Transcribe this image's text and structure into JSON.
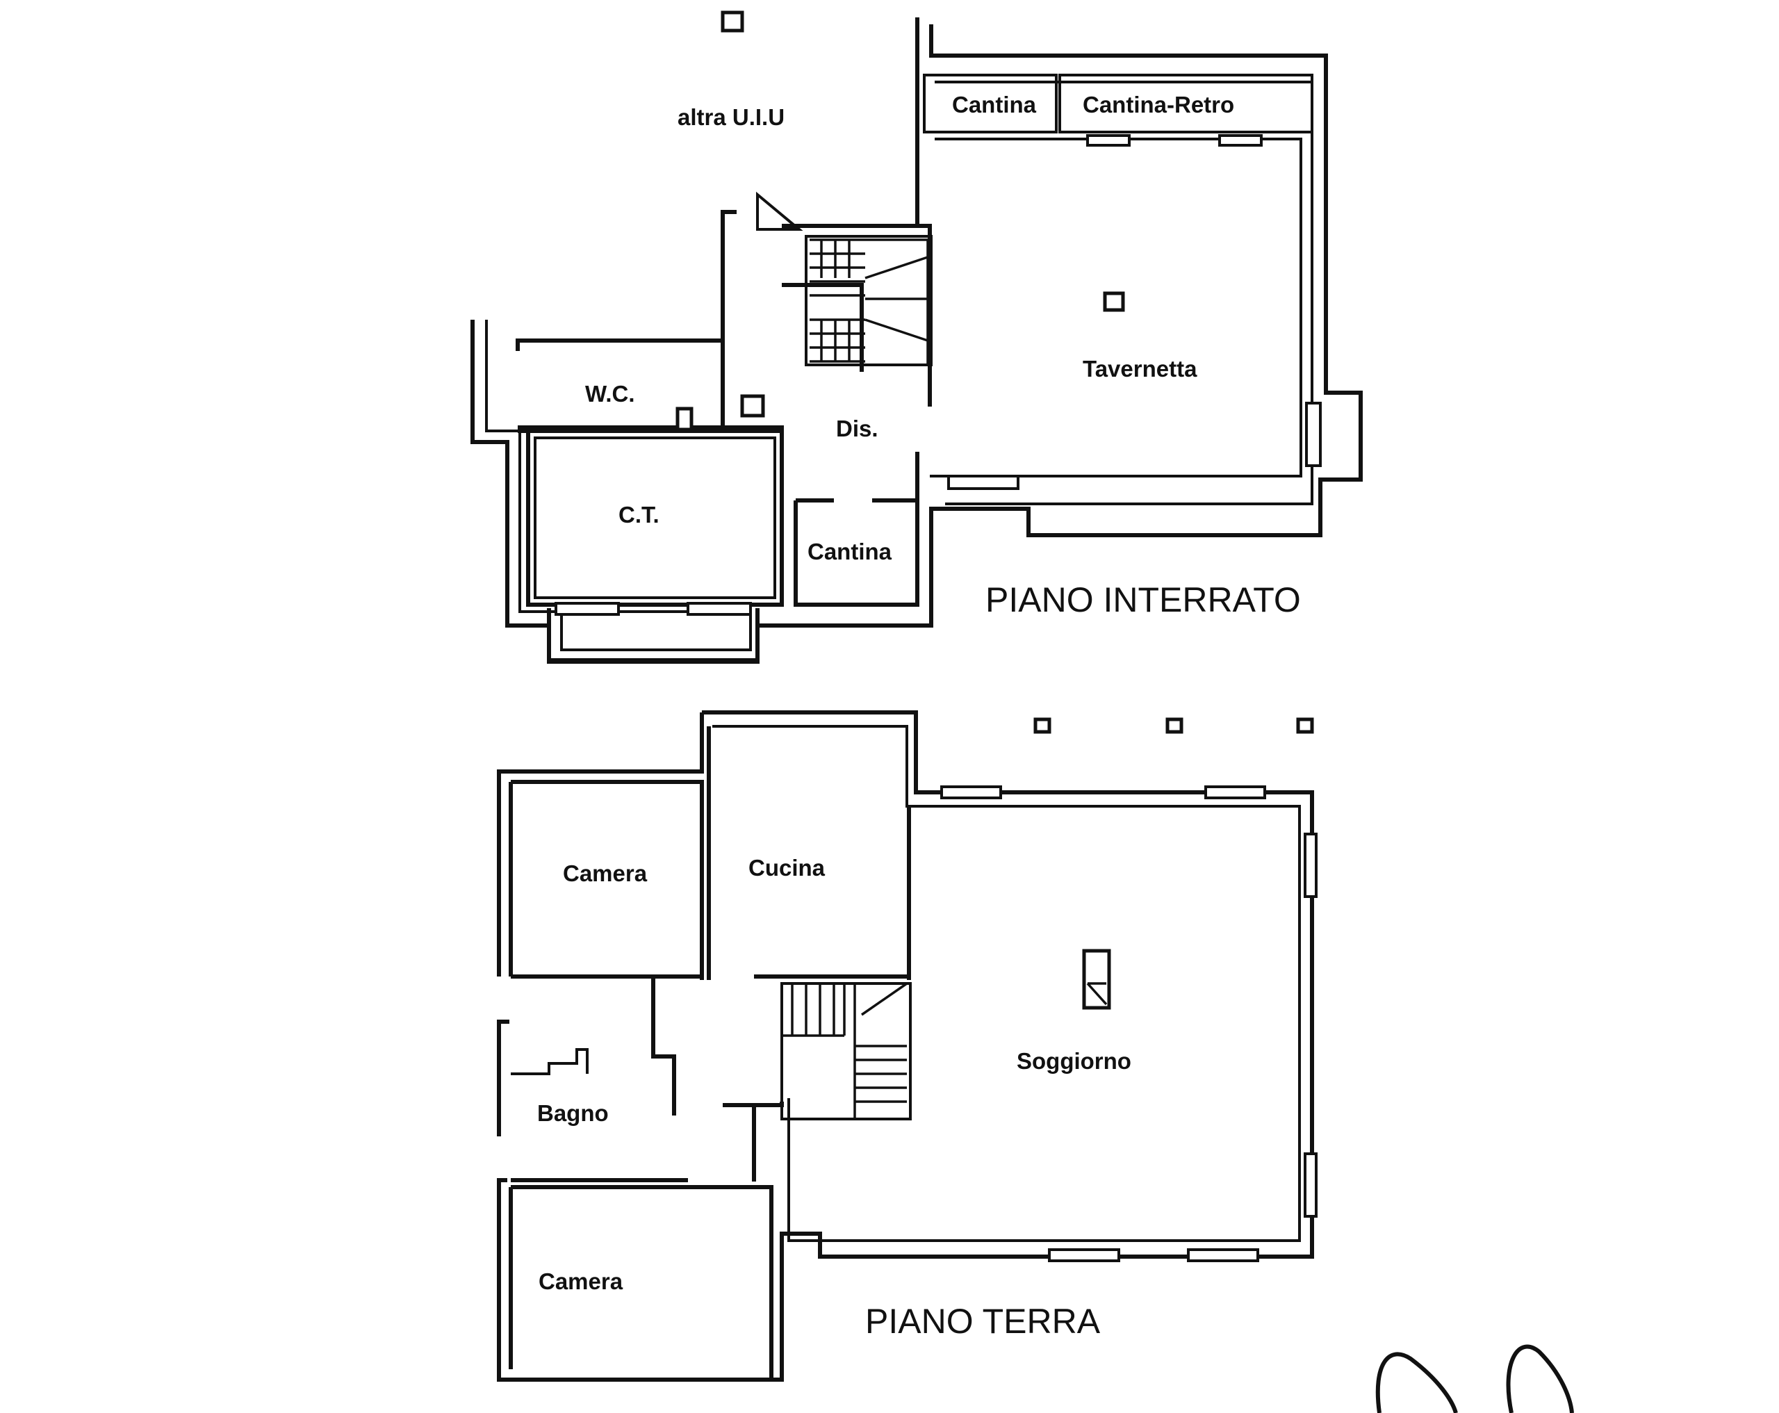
{
  "floors": [
    {
      "label": "PIANO INTERRATO",
      "rooms": [
        "altra U.I.U",
        "Cantina",
        "Cantina-Retro",
        "Tavernetta",
        "W.C.",
        "Dis.",
        "C.T.",
        "Cantina"
      ]
    },
    {
      "label": "PIANO TERRA",
      "rooms": [
        "Camera",
        "Cucina",
        "Soggiorno",
        "Bagno",
        "Camera"
      ]
    }
  ]
}
